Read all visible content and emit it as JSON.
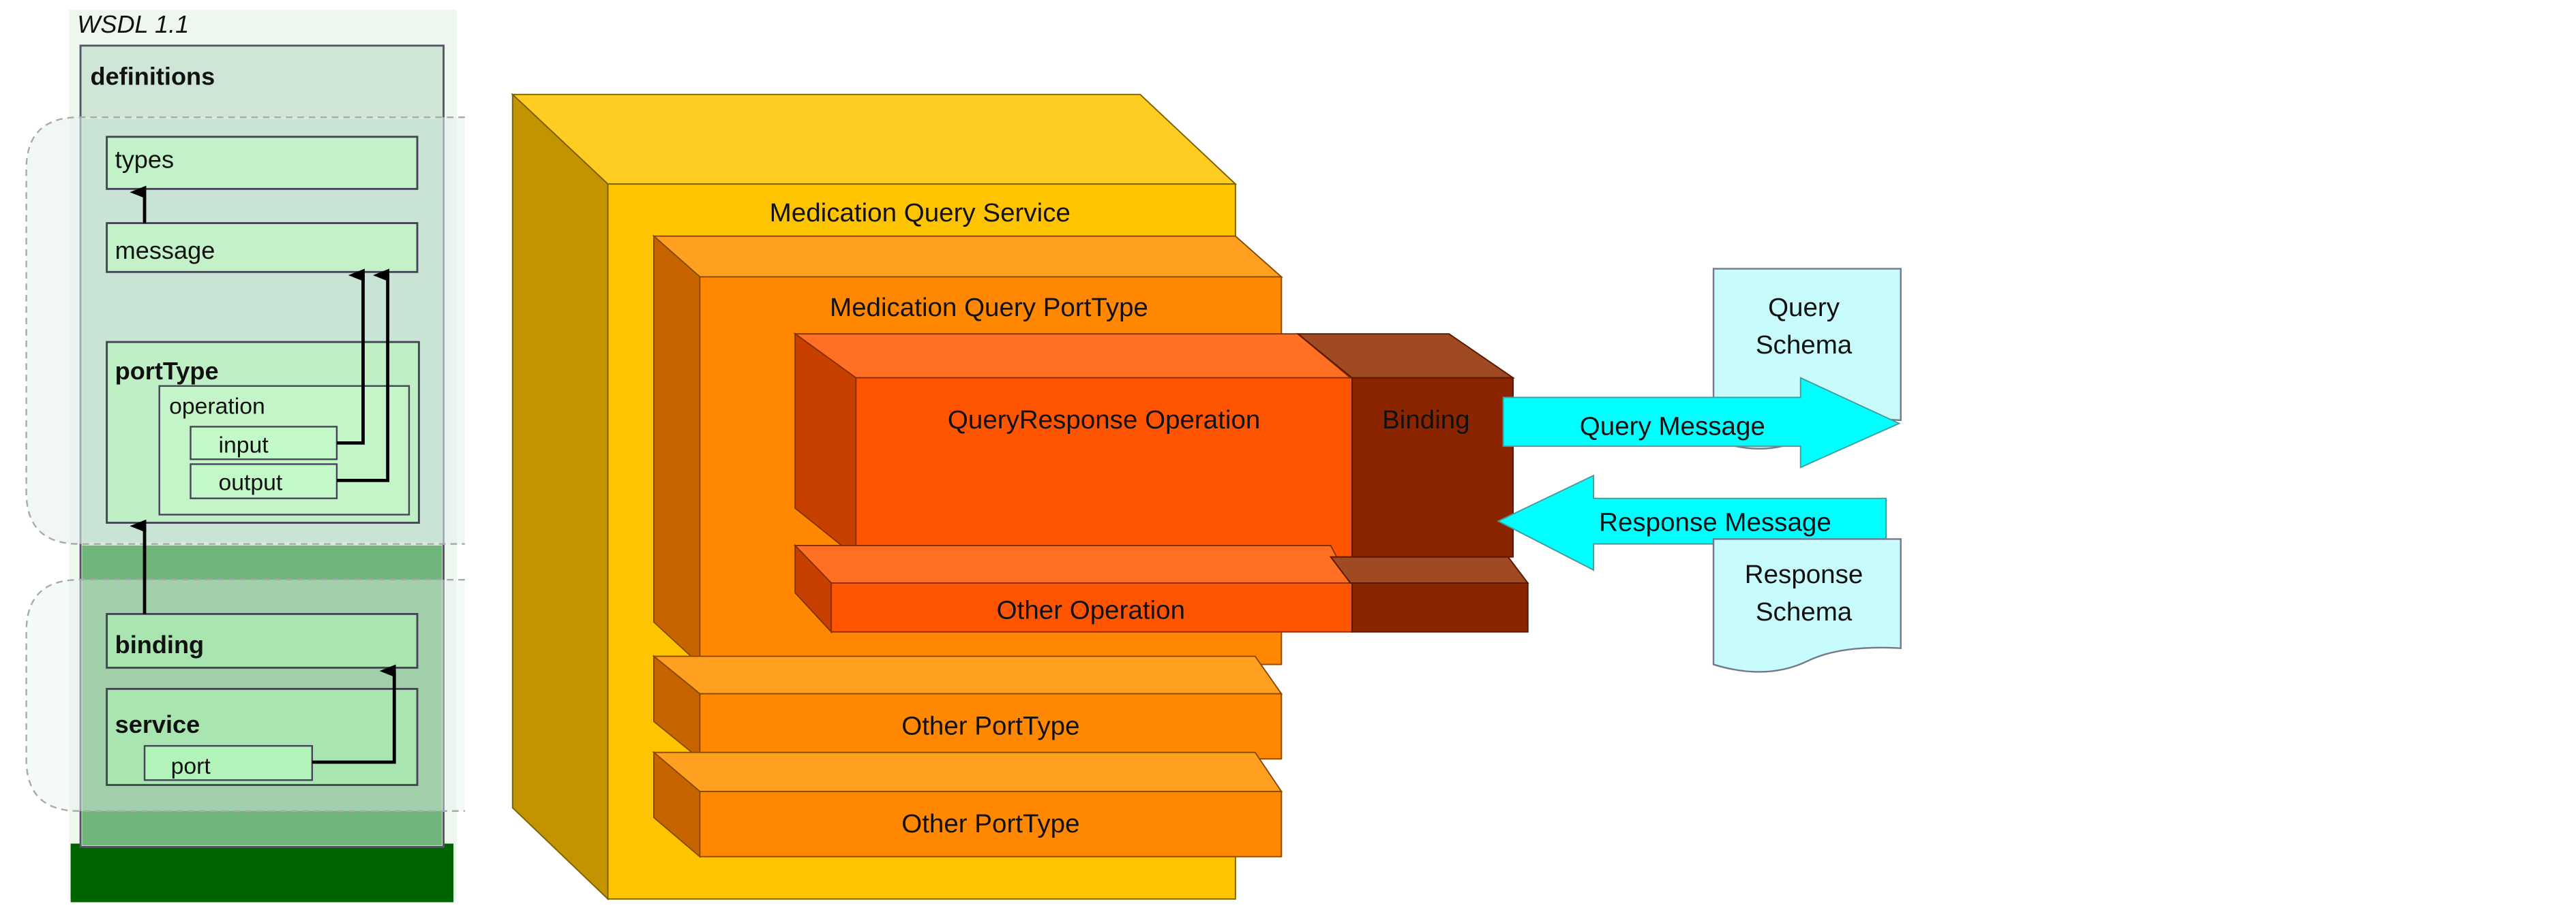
{
  "wsdl": {
    "title": "WSDL 1.1",
    "definitions": "definitions",
    "types": "types",
    "message": "message",
    "portType": "portType",
    "operation": "operation",
    "input": "input",
    "output": "output",
    "binding": "binding",
    "service": "service",
    "port": "port"
  },
  "service_diagram": {
    "service": "Medication Query Service",
    "porttype": "Medication Query PortType",
    "operation": "QueryResponse Operation",
    "binding": "Binding",
    "other_operation": "Other Operation",
    "other_porttypes": [
      "Other PortType",
      "Other PortType"
    ]
  },
  "messages": {
    "query_message": "Query Message",
    "response_message": "Response Message",
    "query_schema": [
      "Query",
      "Schema"
    ],
    "response_schema": [
      "Response",
      "Schema"
    ]
  },
  "colors": {
    "service": "#ffc400",
    "porttype": "#ff8800",
    "operation": "#ff5500",
    "binding": "#8b2500",
    "message_arrow": "#00ffff",
    "schema_doc": "#c8fcfc",
    "wsdl_green": "#006400"
  }
}
